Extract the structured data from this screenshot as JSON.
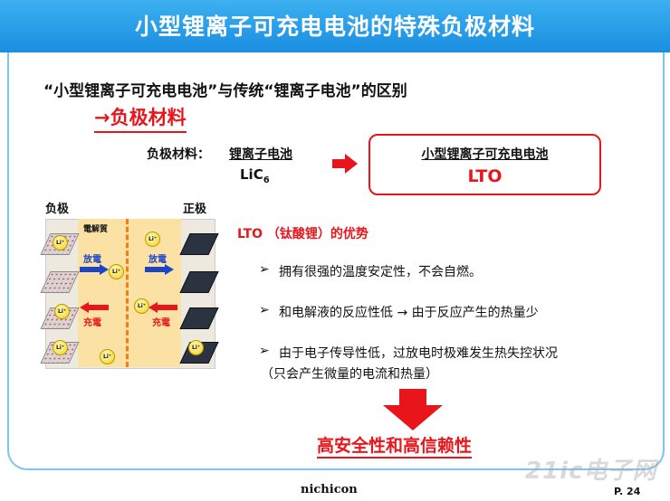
{
  "header": {
    "title": "小型锂离子可充电电池的特殊负极材料"
  },
  "subtitle": "“小型锂离子可充电电池”与传统“锂离子电池”的区别",
  "section_title": "→负极材料",
  "comparison": {
    "label": "负极材料：",
    "conventional_name": "锂离子电池",
    "conventional_formula_main": "LiC",
    "conventional_formula_sub": "6",
    "new_name": "小型锂离子可充电电池",
    "new_value": "LTO"
  },
  "diagram": {
    "negative_label": "负极",
    "positive_label": "正极",
    "electrolyte_label": "電解質",
    "discharge_label": "放電",
    "charge_label": "充電",
    "ion_label": "Li⁺",
    "colors": {
      "negative": "#d5d5d5",
      "positive": "#2b3240",
      "electrolyte": "#fbe2a4",
      "discharge": "#1b45c8",
      "charge": "#e8151b"
    }
  },
  "advantages": {
    "title": "LTO （钛酸锂）的优势",
    "bullet": "➢",
    "items": [
      "拥有很强的温度安定性，不会自燃。",
      "和电解液的反应性低 → 由于反应产生的热量少",
      "由于电子传导性低，过放电时极难发生热失控状况"
    ],
    "continuation": "（只会产生微量的电流和热量）"
  },
  "conclusion": "高安全性和高信赖性",
  "footer": {
    "logo": "nichicon",
    "page": "P. 24"
  },
  "watermark": "21ic电子网",
  "accent_color": "#e8151b",
  "header_color": "#1a8ee0"
}
